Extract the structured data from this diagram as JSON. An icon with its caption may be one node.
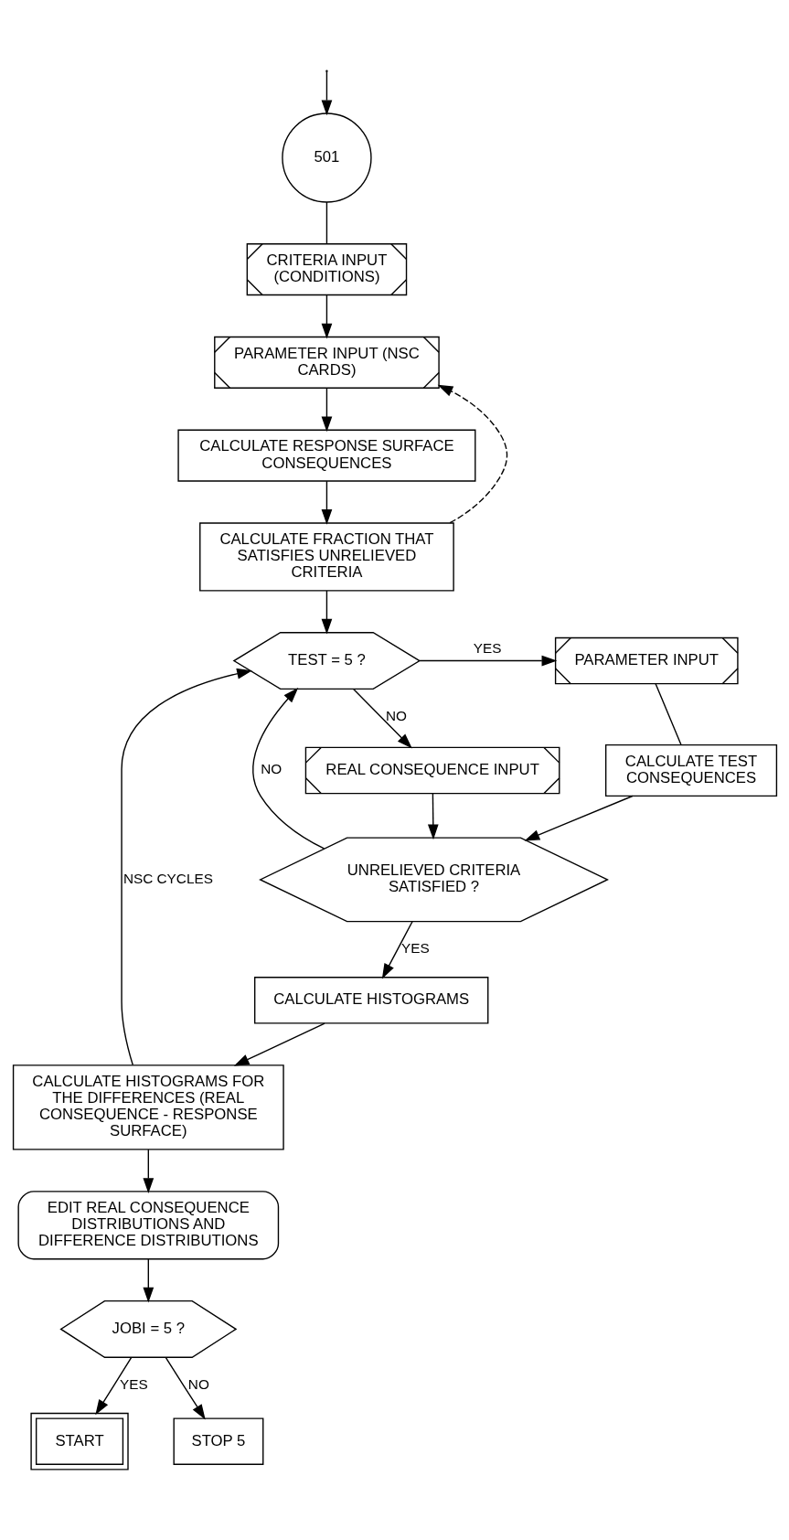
{
  "diagram": {
    "nodes": [
      {
        "text": [
          "501"
        ]
      },
      {
        "text": [
          "CRITERIA INPUT (CONDITIONS)"
        ]
      },
      {
        "text": [
          "PARAMETER INPUT (NSC CARDS)"
        ]
      },
      {
        "text": [
          "CALCULATE RESPONSE SURFACE CONSEQUENCES"
        ]
      },
      {
        "text": [
          "CALCULATE FRACTION THAT SATISFIES UNRELIEVED CRITERIA"
        ]
      },
      {
        "text": [
          "TEST = 5 ?"
        ]
      },
      {
        "text": [
          "PARAMETER INPUT"
        ]
      },
      {
        "text": [
          "REAL CONSEQUENCE INPUT"
        ]
      },
      {
        "text": [
          "CALCULATE TEST CONSEQUENCES"
        ]
      },
      {
        "text": [
          "UNRELIEVED CRITERIA SATISFIED ?"
        ]
      },
      {
        "text": [
          "CALCULATE HISTOGRAMS"
        ]
      },
      {
        "text": [
          "CALCULATE HISTOGRAMS FOR THE DIFFERENCES (REAL CONSEQUENCE - RESPONSE SURFACE)"
        ]
      },
      {
        "text": [
          "EDIT REAL CONSEQUENCE DISTRIBUTIONS AND DIFFERENCE DISTRIBUTIONS"
        ]
      },
      {
        "text": [
          "JOBI = 5 ?"
        ]
      },
      {
        "text": [
          "START"
        ]
      },
      {
        "text": [
          "STOP 5"
        ]
      }
    ],
    "edges": [
      {
        "from": null,
        "to": 0,
        "arrow": "to"
      },
      {
        "from": 0,
        "to": 1,
        "arrow": "none"
      },
      {
        "from": 1,
        "to": 2,
        "arrow": "to"
      },
      {
        "from": 2,
        "to": 3,
        "arrow": "to"
      },
      {
        "from": 3,
        "to": 4,
        "arrow": "to"
      },
      {
        "from": 4,
        "to": 2,
        "arrow": "to",
        "style": "dashed"
      },
      {
        "from": 4,
        "to": 5,
        "arrow": "to"
      },
      {
        "from": 5,
        "to": 6,
        "arrow": "to",
        "label": "YES"
      },
      {
        "from": 5,
        "to": 7,
        "arrow": "to",
        "label": "NO"
      },
      {
        "from": 6,
        "to": 8,
        "arrow": "none"
      },
      {
        "from": 7,
        "to": 9,
        "arrow": "to"
      },
      {
        "from": 8,
        "to": 9,
        "arrow": "to"
      },
      {
        "from": 9,
        "to": 5,
        "arrow": "to",
        "label": "NO"
      },
      {
        "from": 9,
        "to": 10,
        "arrow": "to",
        "label": "YES"
      },
      {
        "from": 10,
        "to": 11,
        "arrow": "to"
      },
      {
        "from": 11,
        "to": 5,
        "arrow": "to",
        "label": "NSC CYCLES"
      },
      {
        "from": 11,
        "to": 12,
        "arrow": "to"
      },
      {
        "from": 12,
        "to": 13,
        "arrow": "to"
      },
      {
        "from": 13,
        "to": 14,
        "arrow": "to",
        "label": "YES"
      },
      {
        "from": 13,
        "to": 15,
        "arrow": "to",
        "label": "NO"
      }
    ]
  }
}
